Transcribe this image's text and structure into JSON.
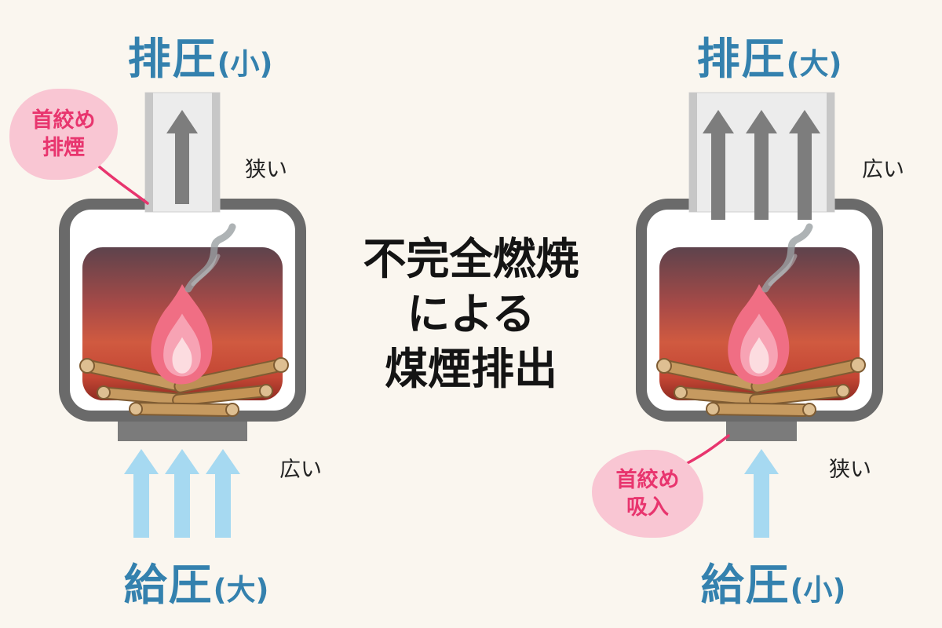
{
  "title": {
    "lines": [
      "不完全燃焼",
      "による",
      "煤煙排出"
    ]
  },
  "colors": {
    "background": "#faf6ef",
    "label_blue": "#3481ae",
    "bubble_pink": "#f9c6d3",
    "bubble_text_pink": "#e8356e",
    "exhaust_arrow_gray": "#7d7d7d",
    "intake_arrow_blue": "#a6d9f1",
    "stove_border_gray": "#6a6a6a"
  },
  "left_stove": {
    "exhaust_label": "排圧",
    "exhaust_paren": "(小)",
    "chimney_note": "狭い",
    "bubble_line1": "首絞め",
    "bubble_line2": "排煙",
    "intake_note": "広い",
    "intake_label": "給圧",
    "intake_paren": "(大)"
  },
  "right_stove": {
    "exhaust_label": "排圧",
    "exhaust_paren": "(大)",
    "chimney_note": "広い",
    "bubble_line1": "首絞め",
    "bubble_line2": "吸入",
    "intake_note": "狭い",
    "intake_label": "給圧",
    "intake_paren": "(小)"
  }
}
